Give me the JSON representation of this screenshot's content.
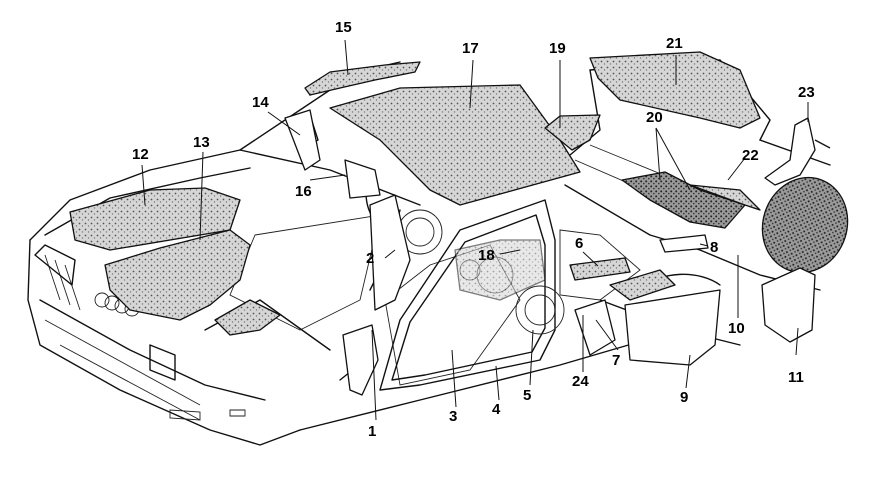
{
  "diagram": {
    "callouts": [
      "1",
      "2",
      "3",
      "4",
      "5",
      "6",
      "7",
      "8",
      "9",
      "10",
      "11",
      "12",
      "13",
      "14",
      "15",
      "16",
      "17",
      "18",
      "19",
      "20",
      "21",
      "22",
      "23",
      "24"
    ]
  },
  "colors": {
    "ink": "#111111",
    "paper": "#ffffff",
    "insulation_light": "#c9c9c9",
    "insulation_dark": "#6f6f6f"
  }
}
